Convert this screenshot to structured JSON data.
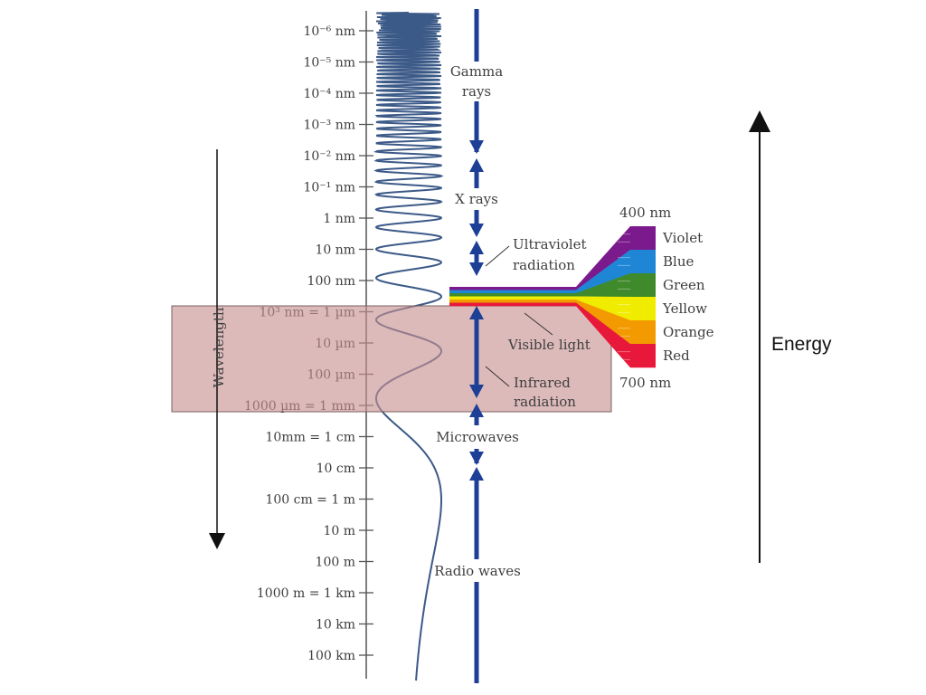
{
  "scale_labels": [
    "10⁻⁶ nm",
    "10⁻⁵ nm",
    "10⁻⁴ nm",
    "10⁻³ nm",
    "10⁻² nm",
    "10⁻¹ nm",
    "1 nm",
    "10 nm",
    "100 nm",
    "10³ nm = 1 µm",
    "10 µm",
    "100 µm",
    "1000 µm = 1 mm",
    "10mm = 1 cm",
    "10 cm",
    "100 cm = 1 m",
    "10 m",
    "100 m",
    "1000 m = 1 km",
    "10 km",
    "100 km"
  ],
  "wavelength_label": "Wavelength",
  "regions": {
    "gamma_line1": "Gamma",
    "gamma_line2": "rays",
    "xrays": "X rays",
    "uv_line1": "Ultraviolet",
    "uv_line2": "radiation",
    "visible": "Visible light",
    "ir_line1": "Infrared",
    "ir_line2": "radiation",
    "microwaves": "Microwaves",
    "radio": "Radio waves"
  },
  "visible_spectrum": {
    "top_label": "400 nm",
    "bottom_label": "700 nm",
    "colors": [
      {
        "name": "Violet",
        "hex": "#7a1a8c"
      },
      {
        "name": "Blue",
        "hex": "#1f86d6"
      },
      {
        "name": "Green",
        "hex": "#3f8a2a"
      },
      {
        "name": "Yellow",
        "hex": "#f0ec00"
      },
      {
        "name": "Orange",
        "hex": "#f39a00"
      },
      {
        "name": "Red",
        "hex": "#e8183a"
      }
    ]
  },
  "energy_label": "Energy",
  "colors": {
    "band_blue": "#1e3f96",
    "wave_blue": "#3c5a88",
    "highlight_fill": "#c89090",
    "highlight_stroke": "#7a6060"
  }
}
